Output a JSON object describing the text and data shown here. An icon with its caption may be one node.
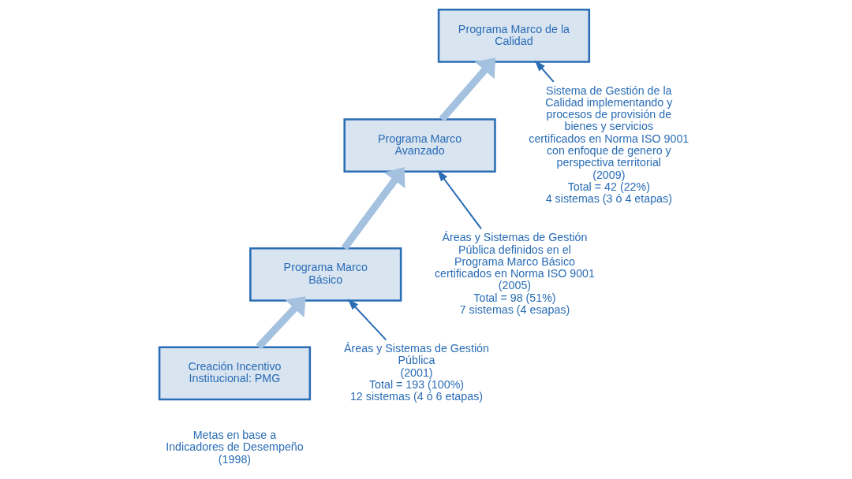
{
  "diagram": {
    "nodes": [
      {
        "text": [
          "Creación Incentivo Institucional: PMG"
        ],
        "beside": [
          "Metas en base a Indicadores de Desempeño (1998)"
        ]
      },
      {
        "text": [
          "Programa Marco Básico"
        ]
      },
      {
        "text": [
          "Áreas y Sistemas de Gestión Pública",
          "(2001)",
          "Total = 193 (100%)",
          "12 sistemas (4 ó 6 etapas)"
        ]
      },
      {
        "text": [
          "Programa Marco Avanzado"
        ]
      },
      {
        "text": [
          "Áreas y Sistemas de Gestión Pública definidos en el Programa Marco Básico certificados en Norma ISO 9001",
          "(2005)",
          "Total = 98 (51%)",
          "7 sistemas (4 esapas)"
        ]
      },
      {
        "text": [
          "Programa Marco de la Calidad"
        ]
      },
      {
        "text": [
          "Sistema de Gestión de la Calidad implementando y procesos de provisión de bienes y servicios certificados en Norma ISO 9001 con enfoque de genero y perspectiva territorial",
          "(2009)",
          "Total = 42 (22%)",
          "4 sistemas (3 ó 4 etapas)"
        ]
      }
    ],
    "edges": [
      {
        "from": 0,
        "to": 1,
        "arrow": "to",
        "style": "thick",
        "color": "#a4c2e0"
      },
      {
        "from": 2,
        "to": 1,
        "arrow": "to",
        "color": "#2a6db5"
      },
      {
        "from": 1,
        "to": 3,
        "arrow": "to",
        "style": "thick",
        "color": "#a4c2e0"
      },
      {
        "from": 4,
        "to": 3,
        "arrow": "to",
        "color": "#2a6db5"
      },
      {
        "from": 3,
        "to": 5,
        "arrow": "to",
        "style": "thick",
        "color": "#a4c2e0"
      },
      {
        "from": 6,
        "to": 5,
        "arrow": "to",
        "color": "#2a6db5"
      }
    ]
  }
}
